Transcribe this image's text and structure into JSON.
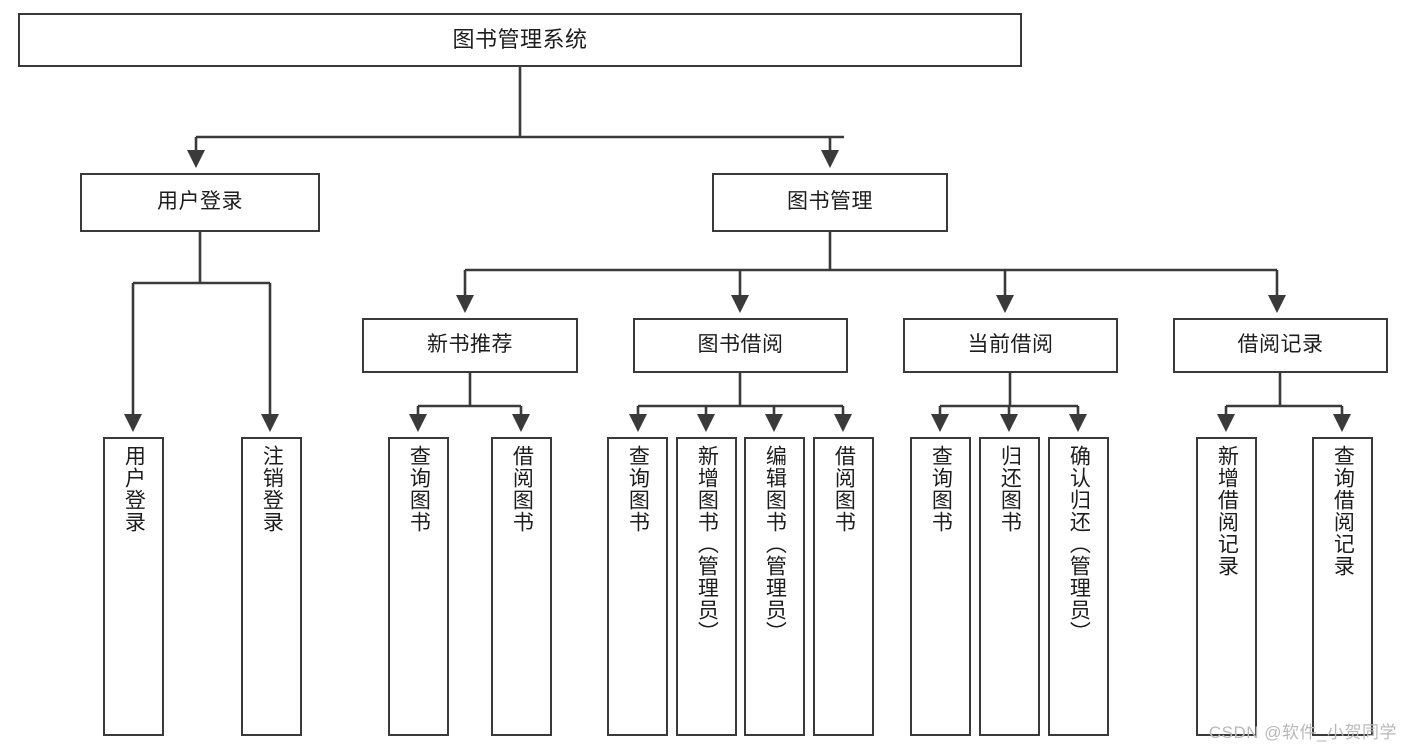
{
  "diagram": {
    "title": "图书管理系统",
    "watermark": "CSDN @软件_小贺同学",
    "colors": {
      "background": "#ffffff",
      "stroke": "#3a3a3a",
      "text": "#1d1d1d",
      "watermark": "#b9b9b9"
    },
    "root": {
      "label": "图书管理系统"
    },
    "level2": [
      {
        "label": "用户登录"
      },
      {
        "label": "图书管理"
      }
    ],
    "level3": [
      {
        "label": "新书推荐"
      },
      {
        "label": "图书借阅"
      },
      {
        "label": "当前借阅"
      },
      {
        "label": "借阅记录"
      }
    ],
    "leaves": [
      {
        "label": "用户登录",
        "parent": "用户登录"
      },
      {
        "label": "注销登录",
        "parent": "用户登录"
      },
      {
        "label": "查询图书",
        "parent": "新书推荐"
      },
      {
        "label": "借阅图书",
        "parent": "新书推荐"
      },
      {
        "label": "查询图书",
        "parent": "图书借阅"
      },
      {
        "label": "新增图书（管理员）",
        "parent": "图书借阅"
      },
      {
        "label": "编辑图书（管理员）",
        "parent": "图书借阅"
      },
      {
        "label": "借阅图书",
        "parent": "图书借阅"
      },
      {
        "label": "查询图书",
        "parent": "当前借阅"
      },
      {
        "label": "归还图书",
        "parent": "当前借阅"
      },
      {
        "label": "确认归还（管理员）",
        "parent": "当前借阅"
      },
      {
        "label": "新增借阅记录",
        "parent": "借阅记录"
      },
      {
        "label": "查询借阅记录",
        "parent": "借阅记录"
      }
    ]
  }
}
